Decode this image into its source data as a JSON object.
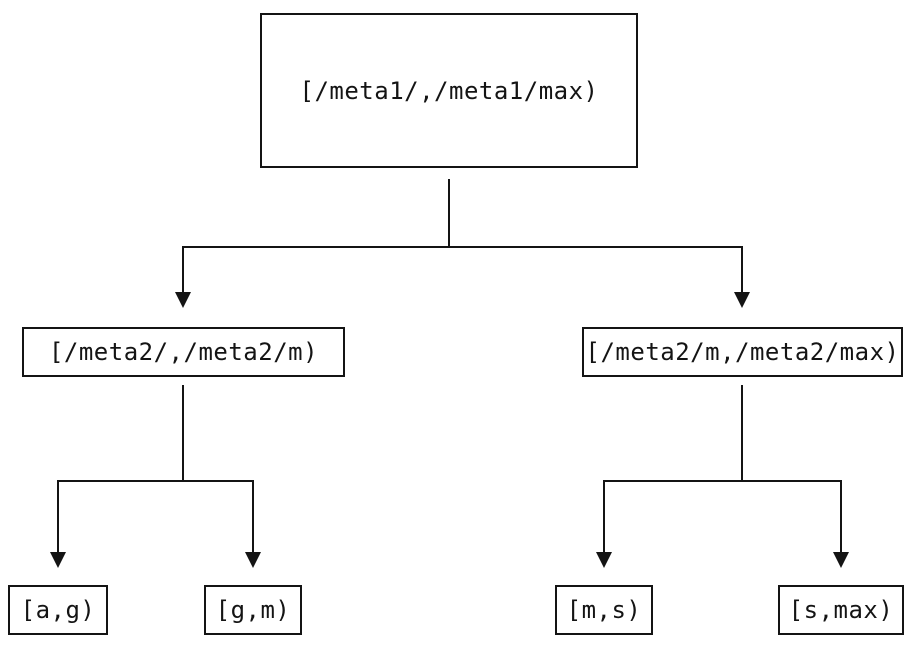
{
  "diagram": {
    "colors": {
      "background": "#ffffff",
      "line": "#141414",
      "text": "#141414"
    },
    "nodes": {
      "root": {
        "label": "[/meta1/,/meta1/max)"
      },
      "mid_left": {
        "label": "[/meta2/,/meta2/m)"
      },
      "mid_right": {
        "label": "[/meta2/m,/meta2/max)"
      },
      "leaf_ag": {
        "label": "[a,g)"
      },
      "leaf_gm": {
        "label": "[g,m)"
      },
      "leaf_ms": {
        "label": "[m,s)"
      },
      "leaf_smax": {
        "label": "[s,max)"
      }
    }
  }
}
